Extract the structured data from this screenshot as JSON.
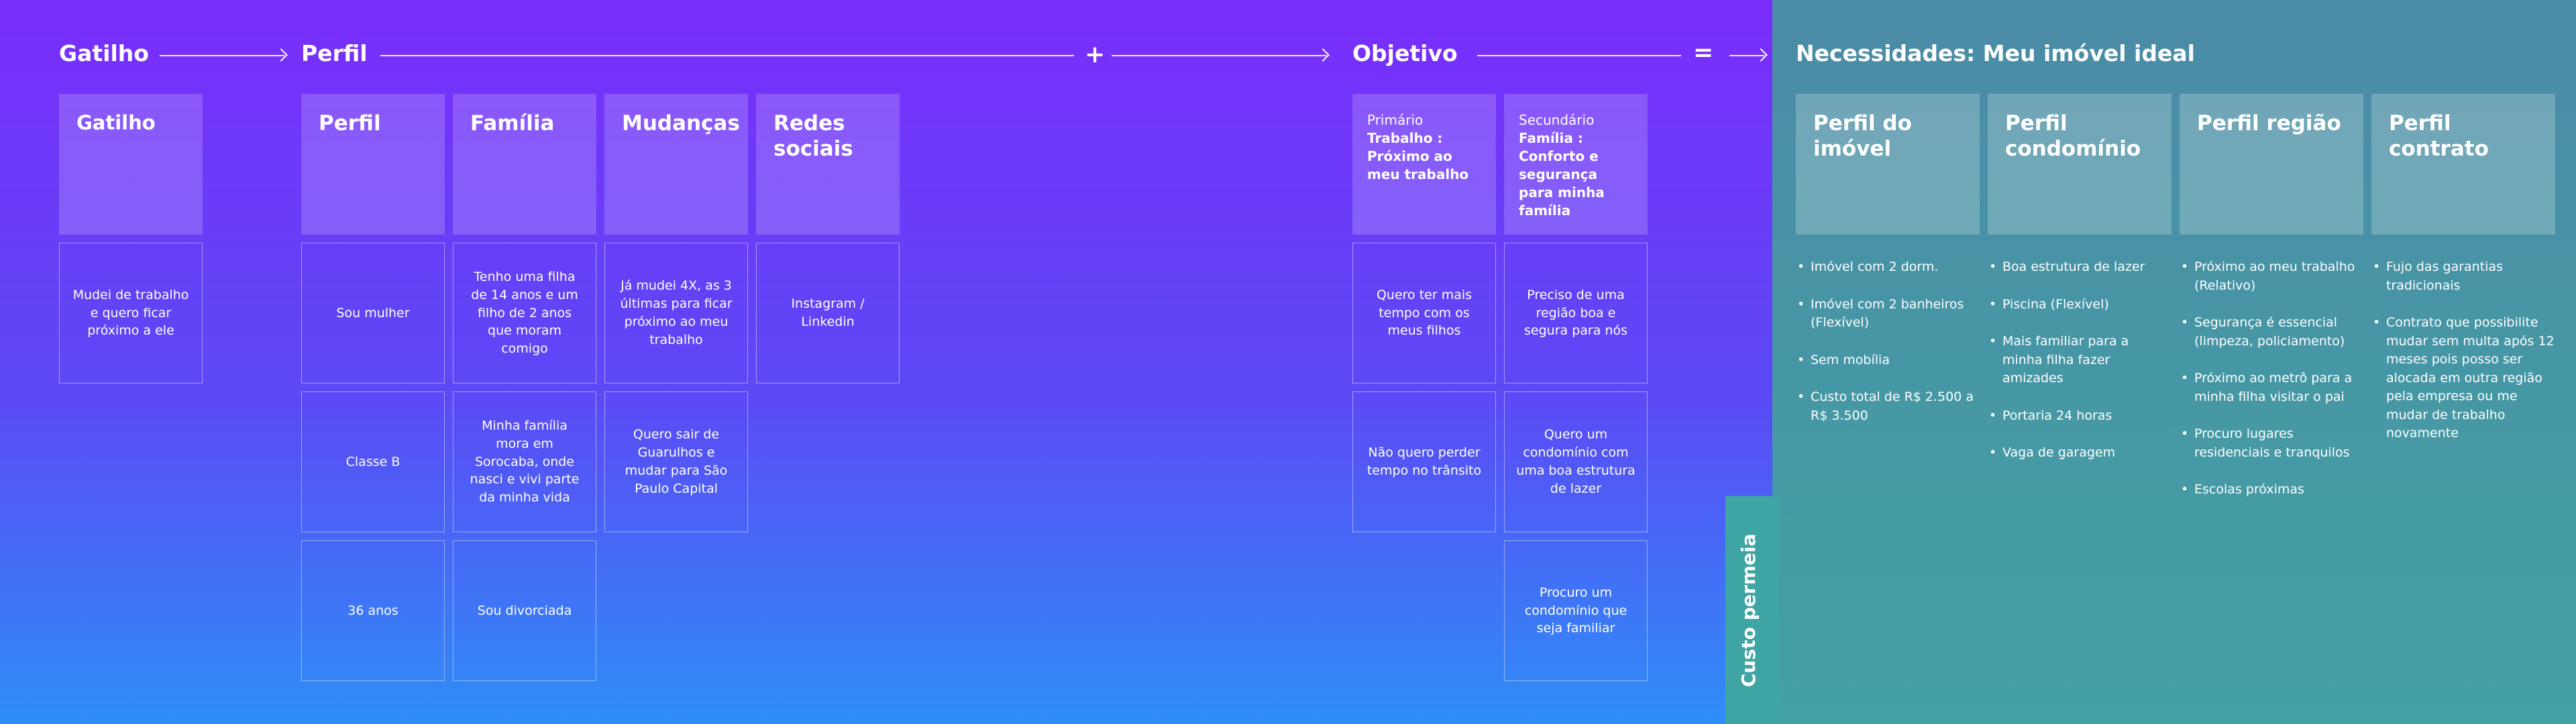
{
  "headings": {
    "gatilho": "Gatilho",
    "perfil": "Perfil",
    "plus": "+",
    "objetivo": "Objetivo",
    "equals": "=",
    "necessidades": "Necessidades: Meu imóvel ideal"
  },
  "side_label": "Custo permeia",
  "gatilho": {
    "note": "Gatilho",
    "cards": [
      "Mudei de trabalho e quero ficar próximo a ele"
    ]
  },
  "perfil_columns": [
    {
      "note": "Perfil",
      "cards": [
        "Sou mulher",
        "Classe B",
        "36 anos"
      ]
    },
    {
      "note": "Família",
      "cards": [
        "Tenho uma filha de 14 anos e um filho de 2 anos que moram comigo",
        "Minha família mora em Sorocaba, onde nasci e vivi parte da minha vida",
        "Sou divorciada"
      ]
    },
    {
      "note": "Mudanças",
      "cards": [
        "Já mudei 4X, as 3 últimas para ficar próximo ao meu trabalho",
        "Quero sair de Guarulhos e mudar para São Paulo Capital"
      ]
    },
    {
      "note": "Redes sociais",
      "cards": [
        "Instagram / Linkedin"
      ]
    }
  ],
  "objetivo_columns": [
    {
      "tag": "Primário",
      "title": "Trabalho : Próximo ao meu trabalho",
      "cards": [
        "Quero ter mais tempo com os meus filhos",
        "Não quero perder tempo no trânsito"
      ]
    },
    {
      "tag": "Secundário",
      "title": "Família : Conforto e segurança para minha família",
      "cards": [
        "Preciso de uma região boa e segura para nós",
        "Quero um condomínio com uma boa estrutura de lazer",
        "Procuro um condomínio que seja familiar"
      ]
    }
  ],
  "necessidades_columns": [
    {
      "note": "Perfil do imóvel",
      "items": [
        "Imóvel com 2 dorm.",
        "Imóvel com 2 banheiros (Flexível)",
        "Sem mobília",
        "Custo total de R$ 2.500 a R$ 3.500"
      ]
    },
    {
      "note": "Perfil condomínio",
      "items": [
        "Boa estrutura de lazer",
        "Piscina (Flexível)",
        "Mais familiar para a minha filha fazer amizades",
        "Portaria 24 horas",
        "Vaga de garagem"
      ]
    },
    {
      "note": "Perfil região",
      "items": [
        "Próximo ao meu trabalho (Relativo)",
        "Segurança é essencial (limpeza, policiamento)",
        "Próximo ao metrô para a minha filha visitar o pai",
        "Procuro lugares residenciais e tranquilos",
        "Escolas próximas"
      ]
    },
    {
      "note": "Perfil contrato",
      "items": [
        "Fujo das garantias tradicionais",
        "Contrato que possibilite mudar sem multa após 12 meses pois posso ser alocada em outra região pela empresa ou me mudar de trabalho novamente"
      ]
    }
  ]
}
